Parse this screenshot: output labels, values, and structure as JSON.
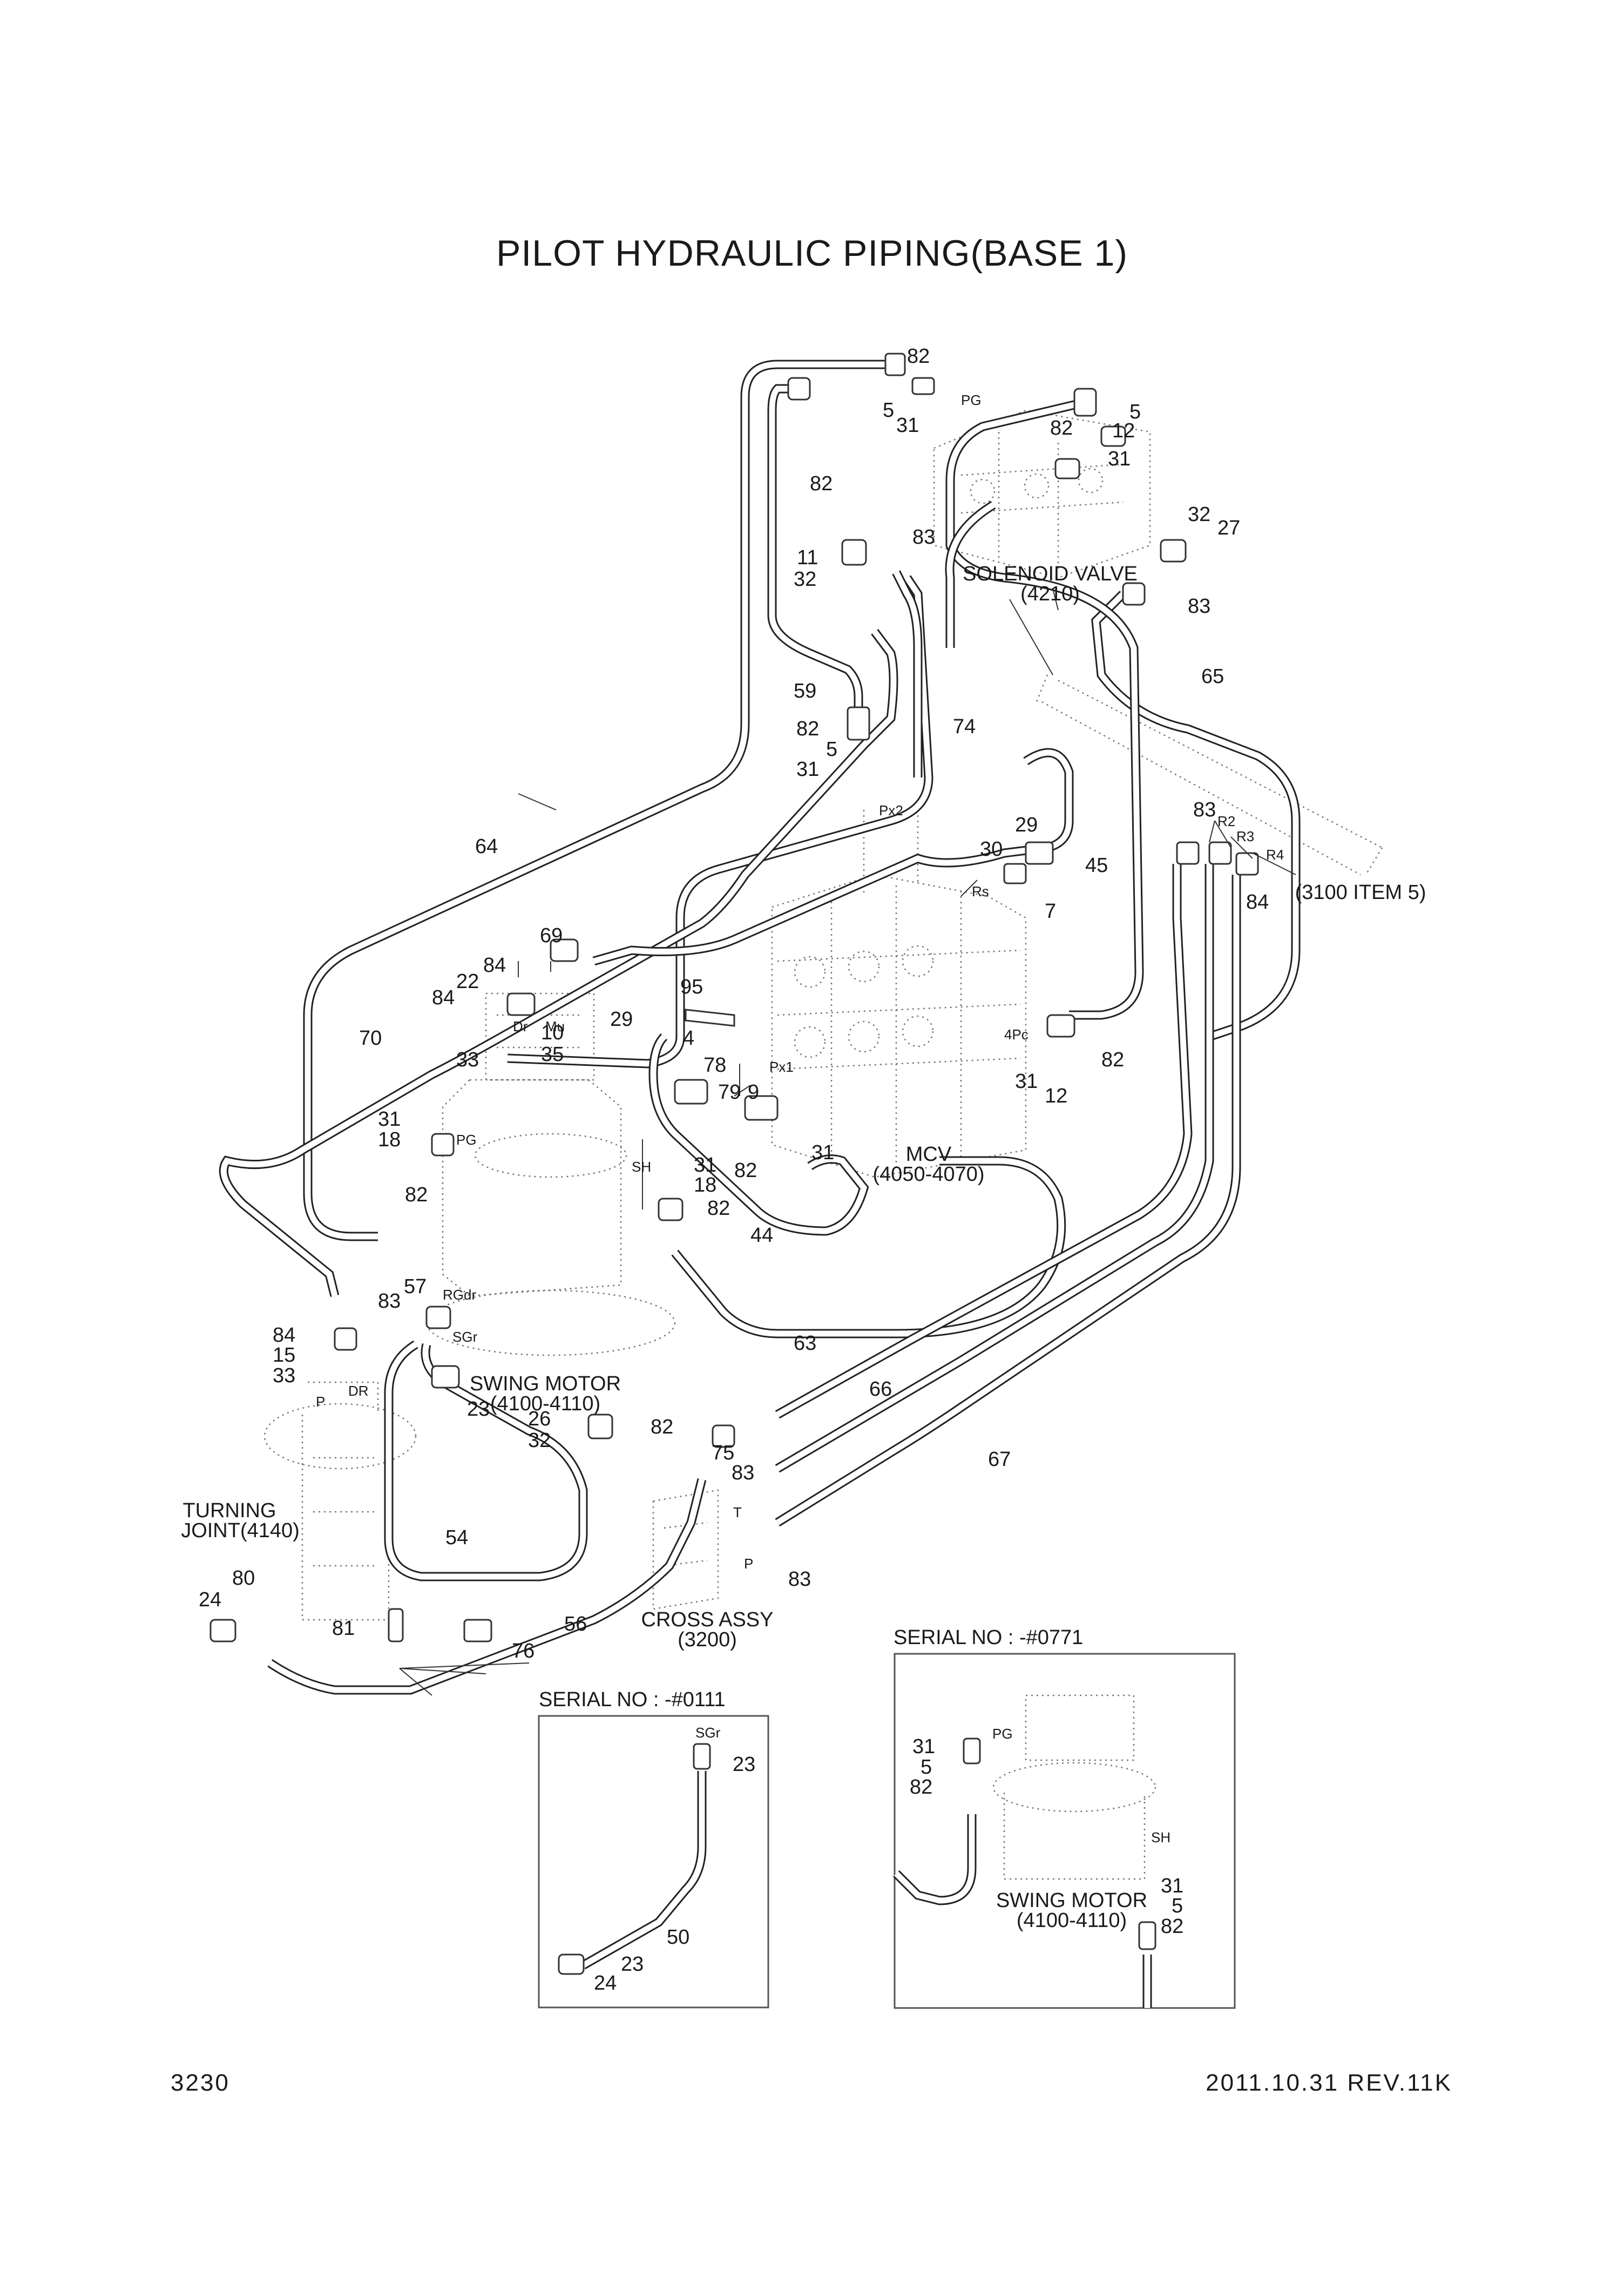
{
  "title": "PILOT HYDRAULIC PIPING(BASE 1)",
  "page_number": "3230",
  "revision": "2011.10.31 REV.11K",
  "components": {
    "solenoid_valve": [
      "SOLENOID VALVE",
      "(4210)"
    ],
    "mcv": [
      "MCV",
      "(4050-4070)"
    ],
    "swing_motor": [
      "SWING MOTOR",
      "(4100-4110)"
    ],
    "turning_joint": [
      "TURNING",
      "JOINT(4140)"
    ],
    "cross_assy": [
      "CROSS ASSY",
      "(3200)"
    ],
    "ref_3100": "(3100 ITEM 5)"
  },
  "ports": {
    "pg": "PG",
    "px2": "Px2",
    "px1": "Px1",
    "rs": "Rs",
    "r2": "R2",
    "r3": "R3",
    "r4": "R4",
    "dr": "Dr",
    "mu": "Mu",
    "sh": "SH",
    "rgdr": "RGdr",
    "sgr": "SGr",
    "p_tj": "P",
    "dr_tj": "DR",
    "t": "T",
    "p": "P",
    "pc4": "4Pc"
  },
  "callouts": {
    "c82a": "82",
    "c5a": "5",
    "c31a": "31",
    "c5b": "5",
    "c12a": "12",
    "c82b": "82",
    "c31b": "31",
    "c82c": "82",
    "c83a": "83",
    "c11": "11",
    "c32a": "32",
    "c32b": "32",
    "c27": "27",
    "c83b": "83",
    "c65": "65",
    "c59": "59",
    "c82d": "82",
    "c5c": "5",
    "c31c": "31",
    "c74": "74",
    "c29a": "29",
    "c30": "30",
    "c7": "7",
    "c83c": "83",
    "c45": "45",
    "c84a": "84",
    "c64": "64",
    "c69": "69",
    "c84b": "84",
    "c22": "22",
    "c84c": "84",
    "c29b": "29",
    "c10": "10",
    "c70": "70",
    "c33a": "33",
    "c35": "35",
    "c95": "95",
    "c4": "4",
    "c78": "78",
    "c79": "79",
    "c9": "9",
    "c82e": "82",
    "c31d": "31",
    "c31e": "31",
    "c12b": "12",
    "c82f": "82",
    "c31f": "31",
    "c18a": "18",
    "c82g": "82",
    "c31g": "31",
    "c18b": "18",
    "c82h": "82",
    "c44": "44",
    "c63": "63",
    "c83d": "83",
    "c57": "57",
    "c84d": "84",
    "c15": "15",
    "c33b": "33",
    "c23a": "23",
    "c82i": "82",
    "c26": "26",
    "c32c": "32",
    "c75": "75",
    "c83e": "83",
    "c66": "66",
    "c67": "67",
    "c54": "54",
    "c83f": "83",
    "c24a": "24",
    "c80": "80",
    "c81": "81",
    "c56": "56",
    "c76": "76"
  },
  "inset_left": {
    "heading": "SERIAL NO : -#0111",
    "port": "SGr",
    "callouts": {
      "a": "23",
      "b": "50",
      "c": "23",
      "d": "24"
    }
  },
  "inset_right": {
    "heading": "SERIAL NO : -#0771",
    "component": [
      "SWING MOTOR",
      "(4100-4110)"
    ],
    "ports": {
      "pg": "PG",
      "sh": "SH"
    },
    "callouts": {
      "a": "31",
      "b": "5",
      "c": "82",
      "d": "31",
      "e": "5",
      "f": "82"
    }
  }
}
